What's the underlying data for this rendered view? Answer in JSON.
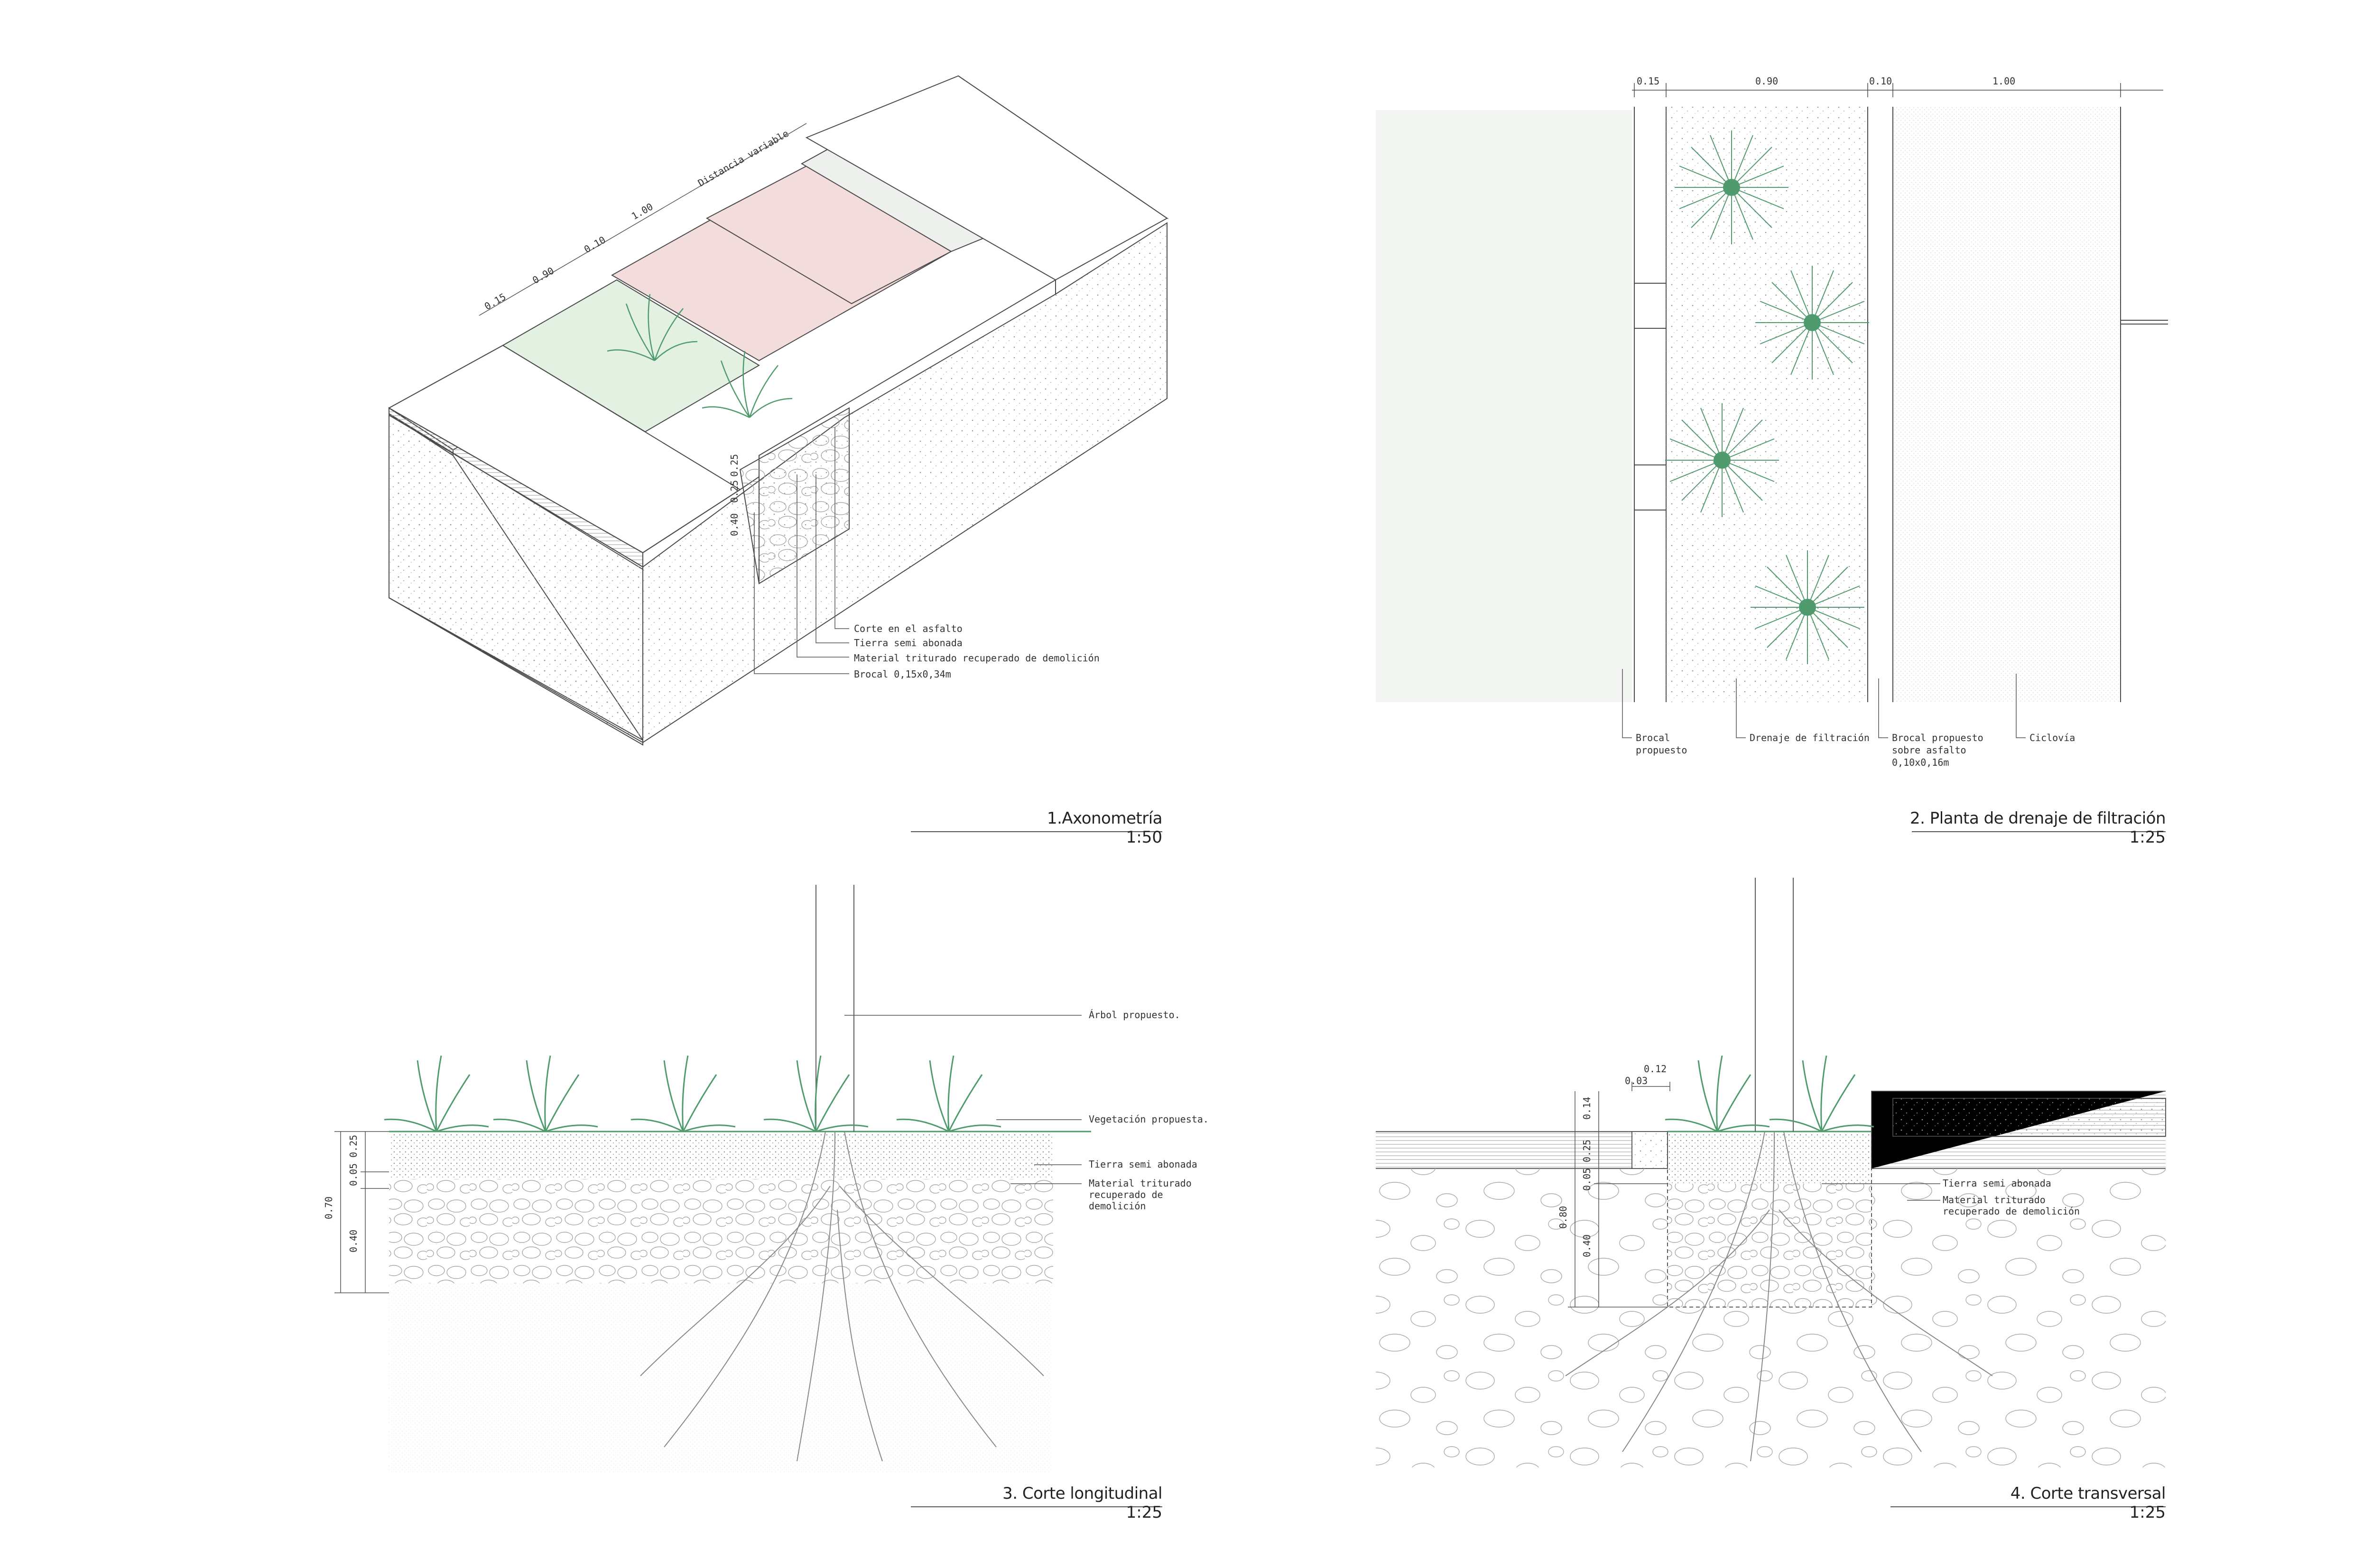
{
  "panels": {
    "axo": {
      "title": "1.Axonometría",
      "scale": "1:50",
      "dims": [
        "0.15",
        "0.90",
        "0.10",
        "1.00",
        "Distancia variable"
      ],
      "vdims": [
        "0.40",
        "0.25",
        "0.25"
      ],
      "notes": [
        "Corte en el asfalto",
        "Tierra semi abonada",
        "Material triturado recuperado de demolición",
        "Brocal 0,15x0,34m"
      ]
    },
    "plan": {
      "title": "2. Planta de drenaje de filtración",
      "scale": "1:25",
      "dims": [
        "0.15",
        "0.90",
        "0.10",
        "1.00"
      ],
      "labels": {
        "brocal": [
          "Brocal",
          "propuesto"
        ],
        "drenaje": "Drenaje de filtración",
        "brocal2": [
          "Brocal propuesto",
          "sobre asfalto",
          "0,10x0,16m"
        ],
        "ciclovia": "Ciclovía"
      }
    },
    "long": {
      "title": "3. Corte longitudinal",
      "scale": "1:25",
      "vdims": [
        "0.70",
        "0.25",
        "0.05",
        "0.40"
      ],
      "notes": {
        "arbol": "Árbol propuesto.",
        "vegetacion": "Vegetación propuesta.",
        "tierra": "Tierra semi abonada",
        "material": [
          "Material triturado",
          "recuperado de",
          "demolición"
        ]
      }
    },
    "trans": {
      "title": "4. Corte transversal",
      "scale": "1:25",
      "hdims": [
        "0.12",
        "0.03"
      ],
      "vdims": [
        "0.14",
        "0.25",
        "0.05",
        "0.40",
        "0.80"
      ],
      "notes": {
        "tierra": "Tierra semi abonada",
        "material": [
          "Material triturado",
          "recuperado de demolición"
        ]
      }
    }
  },
  "colors": {
    "line": "#4a4a4a",
    "plant_green": "#4f9b6d",
    "bike_lane_red": "#f3dcdc",
    "road_grey": "#eef0ee",
    "planter_green": "#e3f1e3"
  }
}
